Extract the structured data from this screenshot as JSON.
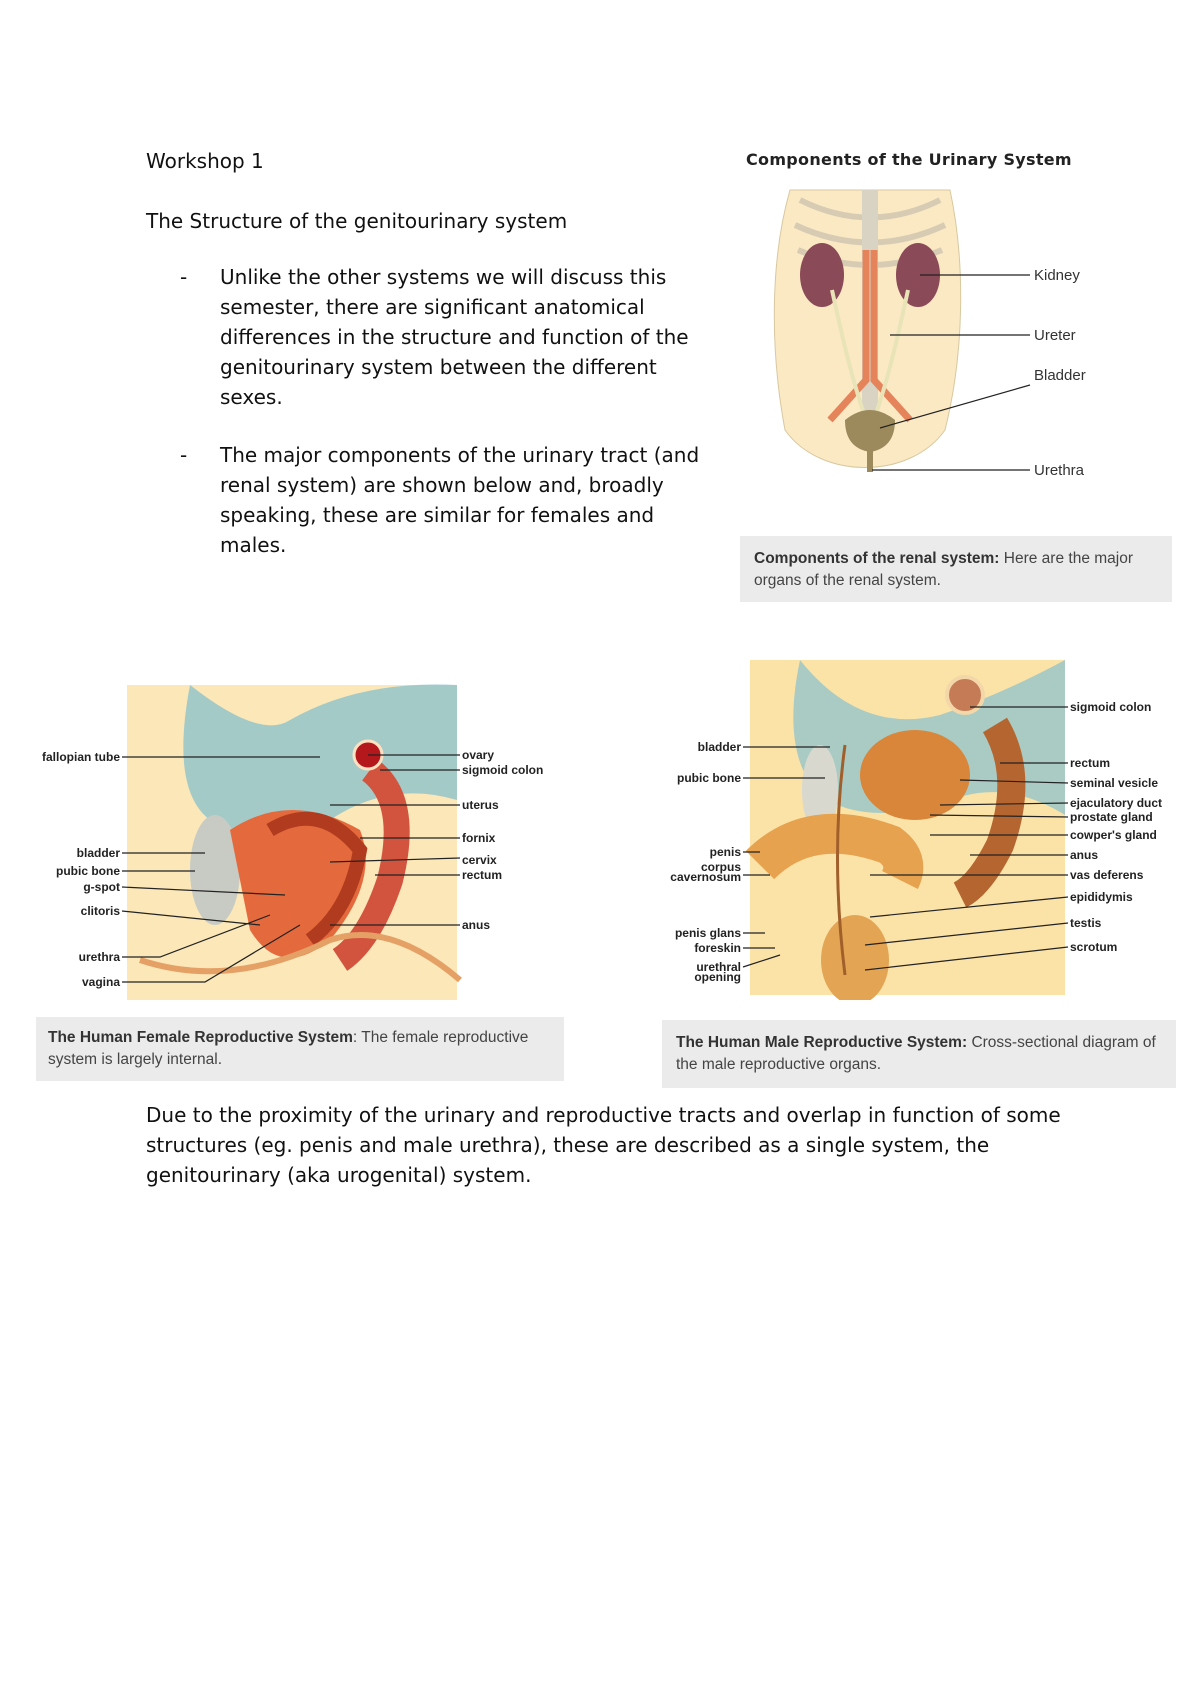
{
  "heading": "Workshop 1",
  "subheading": "The Structure of the genitourinary system",
  "bullets": [
    {
      "marker": "-",
      "text": "Unlike the other systems we will discuss this semester, there are significant anatomical differences in the structure and function of the genitourinary system between the different sexes."
    },
    {
      "marker": "-",
      "text": "The major components of the urinary tract (and renal system) are shown below and, broadly speaking, these are similar for females and males."
    }
  ],
  "urinary_figure": {
    "title": "Components of the Urinary System",
    "labels": {
      "kidney": "Kidney",
      "ureter": "Ureter",
      "bladder": "Bladder",
      "urethra": "Urethra"
    },
    "caption_bold": "Components of the renal system:",
    "caption_rest": "Here are the major organs of the renal system."
  },
  "female_figure": {
    "labels": {
      "fallopian_tube": "fallopian tube",
      "bladder": "bladder",
      "pubic_bone": "pubic bone",
      "g_spot": "g-spot",
      "clitoris": "clitoris",
      "urethra": "urethra",
      "vagina": "vagina",
      "ovary": "ovary",
      "sigmoid_colon": "sigmoid colon",
      "uterus": "uterus",
      "fornix": "fornix",
      "cervix": "cervix",
      "rectum": "rectum",
      "anus": "anus"
    },
    "caption_bold": "The Human Female Reproductive System",
    "caption_rest": ": The female reproductive system is largely internal."
  },
  "male_figure": {
    "labels": {
      "bladder": "bladder",
      "pubic_bone": "pubic bone",
      "penis": "penis",
      "corpus": "corpus",
      "cavernosum": "cavernosum",
      "penis_glans": "penis glans",
      "foreskin": "foreskin",
      "urethral": "urethral",
      "opening": "opening",
      "sigmoid_colon": "sigmoid colon",
      "rectum": "rectum",
      "seminal_vesicle": "seminal vesicle",
      "ejaculatory_duct": "ejaculatory duct",
      "prostate_gland": "prostate gland",
      "cowpers_gland": "cowper's gland",
      "anus": "anus",
      "vas_deferens": "vas deferens",
      "epididymis": "epididymis",
      "testis": "testis",
      "scrotum": "scrotum"
    },
    "caption_bold": "The Human Male Reproductive System:",
    "caption_rest": "Cross-sectional diagram of the male reproductive organs."
  },
  "closing_paragraph": "Due to the proximity of the urinary and reproductive tracts and overlap in function of some structures (eg. penis and male urethra), these are described as a single system, the genitourinary (aka urogenital) system."
}
